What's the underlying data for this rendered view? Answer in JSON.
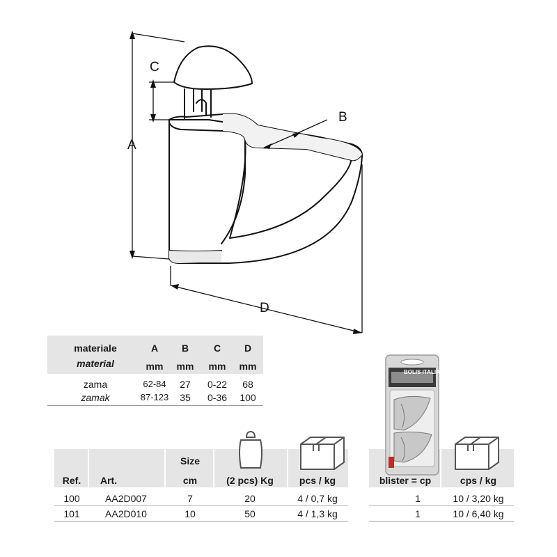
{
  "dimensions": {
    "a": "A",
    "b": "B",
    "c": "C",
    "d": "D"
  },
  "material_table": {
    "header_materiale": "materiale",
    "header_material": "material",
    "columns": [
      "A",
      "B",
      "C",
      "D"
    ],
    "units": [
      "mm",
      "mm",
      "mm",
      "mm"
    ],
    "row_label": "zama",
    "row_label_en": "zamak",
    "row1": [
      "62-84",
      "27",
      "0-22",
      "68"
    ],
    "row2": [
      "87-123",
      "35",
      "0-36",
      "100"
    ]
  },
  "product_table": {
    "headers": {
      "ref": "Ref.",
      "art": "Art.",
      "size_top": "Size",
      "size_unit": "cm",
      "load": "(2 pcs) Kg",
      "pcs": "pcs / kg",
      "blister": "blister = cp",
      "cps": "cps / kg"
    },
    "rows": [
      {
        "ref": "100",
        "art": "AA2D007",
        "size": "7",
        "load": "20",
        "pcs": "4 / 0,7 kg",
        "blister": "1",
        "cps": "10 / 3,20 kg"
      },
      {
        "ref": "101",
        "art": "AA2D010",
        "size": "10",
        "load": "50",
        "pcs": "4 / 1,3 kg",
        "blister": "1",
        "cps": "10 / 6,40 kg"
      }
    ]
  },
  "package": {
    "brand": "BOLIS ITALIA"
  }
}
